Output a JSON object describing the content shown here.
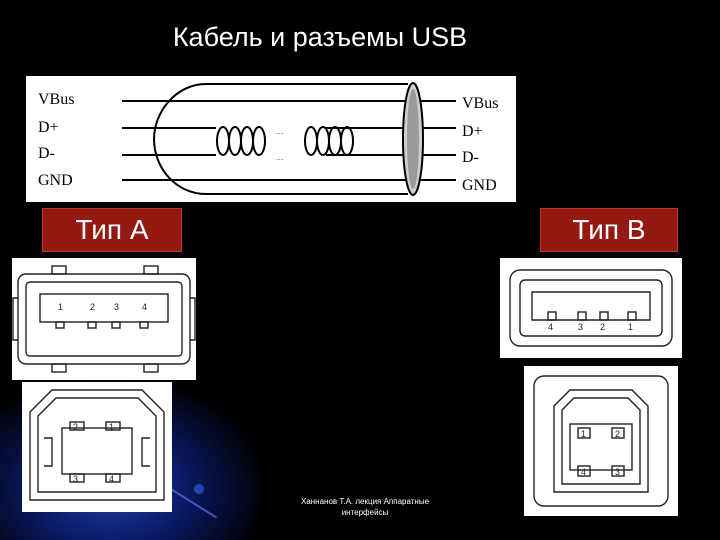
{
  "title": "Кабель и разъемы USB",
  "cable": {
    "left_labels": [
      "VBus",
      "D+",
      "D-",
      "GND"
    ],
    "right_labels": [
      "VBus",
      "D+",
      "D-",
      "GND"
    ],
    "ellipsis": "..."
  },
  "type_a": {
    "label": "Тип A",
    "top_pins": [
      "1",
      "2",
      "3",
      "4"
    ],
    "bottom_pins": [
      "2",
      "1",
      "3",
      "4"
    ]
  },
  "type_b": {
    "label": "Тип B",
    "top_pins": [
      "4",
      "3",
      "2",
      "1"
    ],
    "bottom_pins": [
      "1",
      "2",
      "4",
      "3"
    ]
  },
  "footer": {
    "line1": "Ханнанов Т.А. лекция Аппаратные",
    "line2": "интерфейсы"
  },
  "colors": {
    "background": "#000000",
    "label_fill": "#941913",
    "glow": "#1e3fa8"
  }
}
